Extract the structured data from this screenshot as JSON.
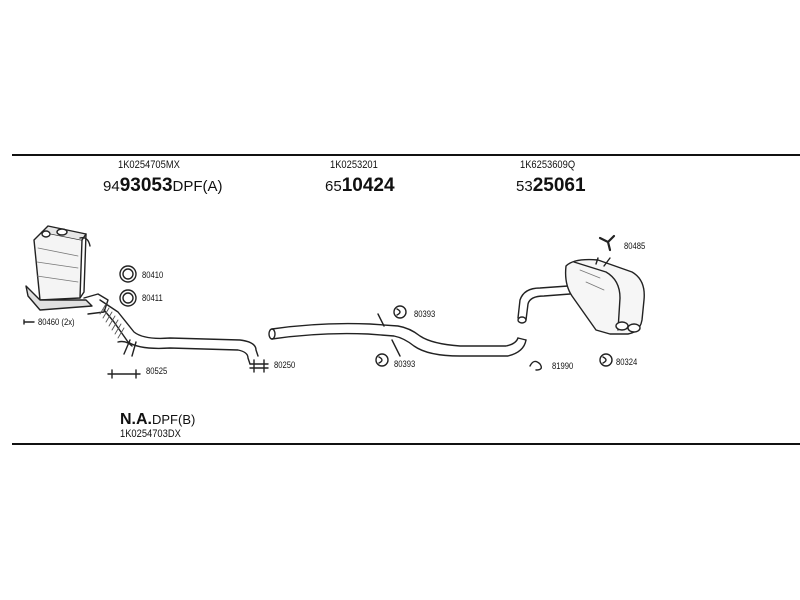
{
  "header": {
    "parts": [
      {
        "oe": "1K0254705MX",
        "num_prefix": "94",
        "num_main": "93053",
        "num_suffix": "DPF(A)"
      },
      {
        "oe": "1K0253201",
        "num_prefix": "65",
        "num_main": "10424",
        "num_suffix": ""
      },
      {
        "oe": "1K6253609Q",
        "num_prefix": "53",
        "num_main": "25061",
        "num_suffix": ""
      }
    ]
  },
  "labels": {
    "l80410": "80410",
    "l80411": "80411",
    "l80460": "80460 (2x)",
    "l80525": "80525",
    "l80250": "80250",
    "l80393a": "80393",
    "l80393b": "80393",
    "l81990": "81990",
    "l80324": "80324",
    "l80485": "80485"
  },
  "footer": {
    "na_main": "N.A.",
    "na_suffix": "DPF(B)",
    "oe": "1K0254703DX"
  }
}
